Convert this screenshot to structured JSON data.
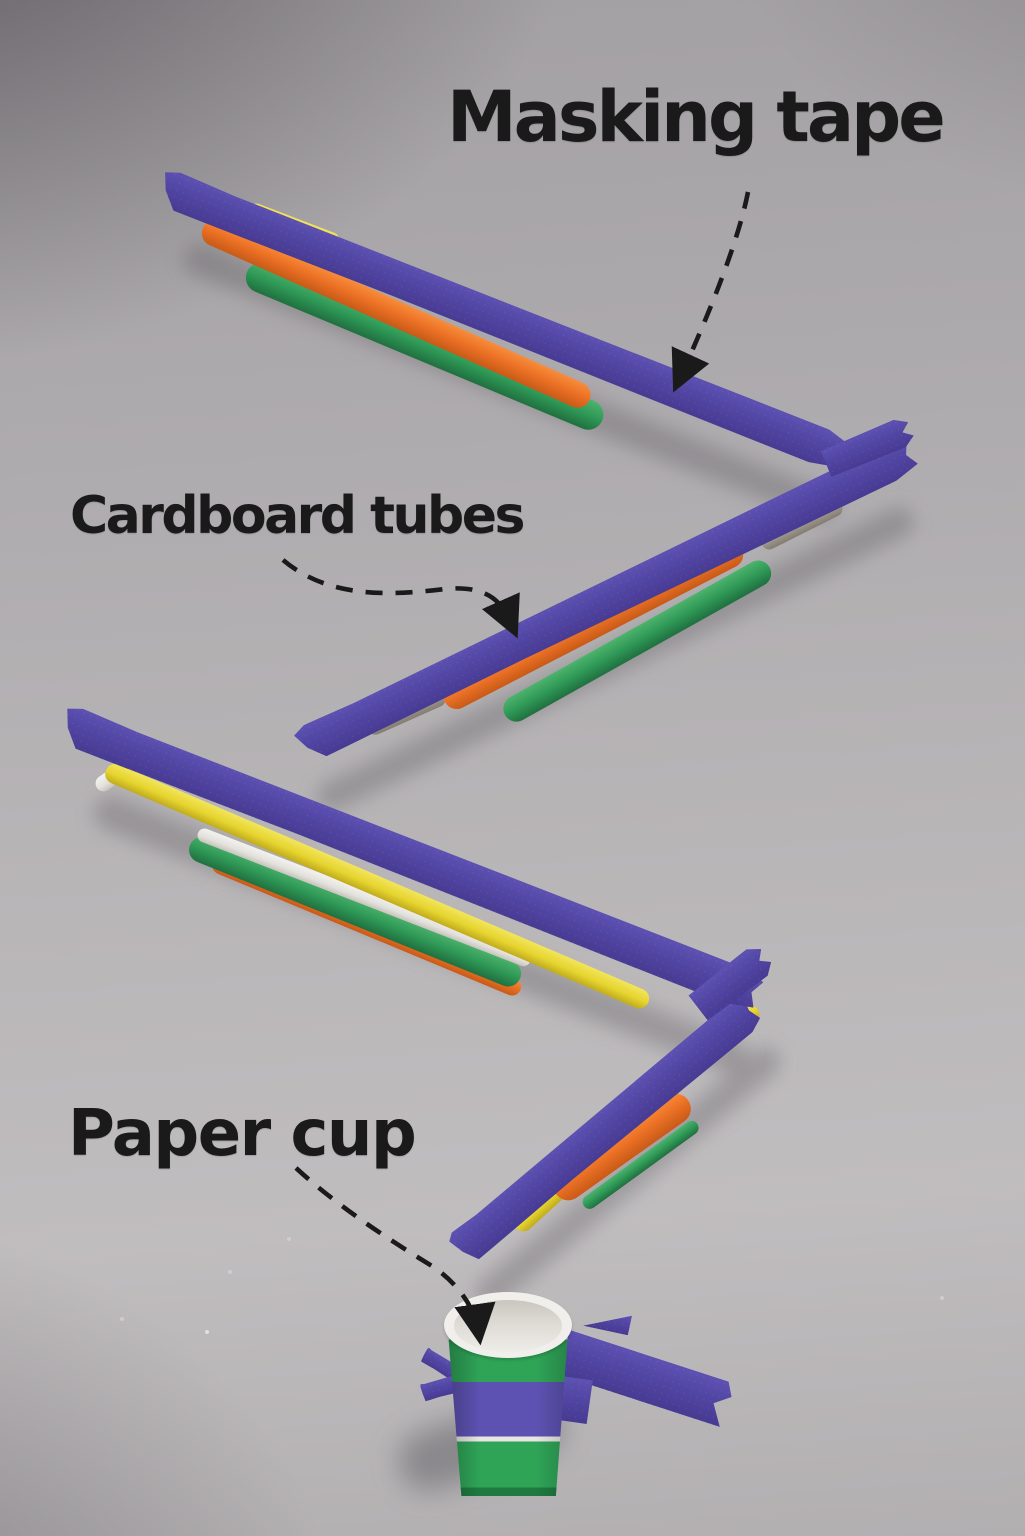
{
  "scene": {
    "description": "Photo of a DIY wall marble run: cardboard tubes attached to a gray wall with purple masking tape in two zigzag ramps that lead down to a green paper cup taped to the wall.",
    "background_color": "#b2afb1"
  },
  "labels": {
    "masking_tape": "Masking tape",
    "cardboard_tubes": "Cardboard tubes",
    "paper_cup": "Paper cup"
  },
  "annotations": [
    {
      "text": "Masking tape",
      "arrow": "dashed, curving down-left from label to upper purple tape ramp"
    },
    {
      "text": "Cardboard tubes",
      "arrow": "dashed S-curve down-right from label to taped tube on second ramp segment"
    },
    {
      "text": "Paper cup",
      "arrow": "dashed curve down-right from label into the cup opening"
    }
  ],
  "colors": {
    "tape_purple": "#5246a4",
    "tape_purple_light": "#5d52b2",
    "tape_purple_dark": "#463a92",
    "tube_orange": "#ed7226",
    "tube_green": "#2f9957",
    "tube_yellow": "#e6d42e",
    "tube_white": "#e3e1dc",
    "tube_cardboard": "#9c958b",
    "cup_green": "#2fa457",
    "annotation_black": "#1a1a1a"
  }
}
